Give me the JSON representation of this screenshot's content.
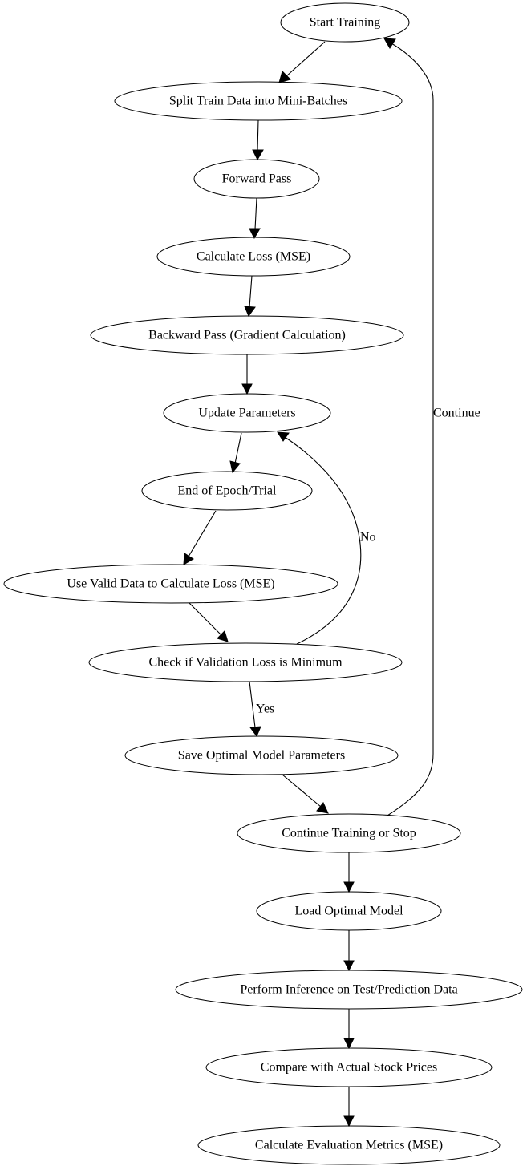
{
  "nodes": {
    "start": "Start Training",
    "split": "Split Train Data into Mini-Batches",
    "forward": "Forward Pass",
    "loss": "Calculate Loss (MSE)",
    "backward": "Backward Pass (Gradient Calculation)",
    "update": "Update Parameters",
    "epoch_end": "End of Epoch/Trial",
    "valid_loss": "Use Valid Data to Calculate Loss (MSE)",
    "check_min": "Check if Validation Loss is Minimum",
    "save": "Save Optimal Model Parameters",
    "continue_or_stop": "Continue Training or Stop",
    "load": "Load Optimal Model",
    "inference": "Perform Inference on Test/Prediction Data",
    "compare": "Compare with Actual Stock Prices",
    "metrics": "Calculate Evaluation Metrics (MSE)"
  },
  "edges": [
    {
      "from": "start",
      "to": "split",
      "label": ""
    },
    {
      "from": "split",
      "to": "forward",
      "label": ""
    },
    {
      "from": "forward",
      "to": "loss",
      "label": ""
    },
    {
      "from": "loss",
      "to": "backward",
      "label": ""
    },
    {
      "from": "backward",
      "to": "update",
      "label": ""
    },
    {
      "from": "update",
      "to": "epoch_end",
      "label": ""
    },
    {
      "from": "epoch_end",
      "to": "valid_loss",
      "label": ""
    },
    {
      "from": "valid_loss",
      "to": "check_min",
      "label": ""
    },
    {
      "from": "check_min",
      "to": "save",
      "label": "Yes"
    },
    {
      "from": "check_min",
      "to": "update",
      "label": "No"
    },
    {
      "from": "save",
      "to": "continue_or_stop",
      "label": ""
    },
    {
      "from": "continue_or_stop",
      "to": "start",
      "label": "Continue"
    },
    {
      "from": "continue_or_stop",
      "to": "load",
      "label": ""
    },
    {
      "from": "load",
      "to": "inference",
      "label": ""
    },
    {
      "from": "inference",
      "to": "compare",
      "label": ""
    },
    {
      "from": "compare",
      "to": "metrics",
      "label": ""
    }
  ],
  "labels": {
    "yes": "Yes",
    "no": "No",
    "continue": "Continue"
  }
}
